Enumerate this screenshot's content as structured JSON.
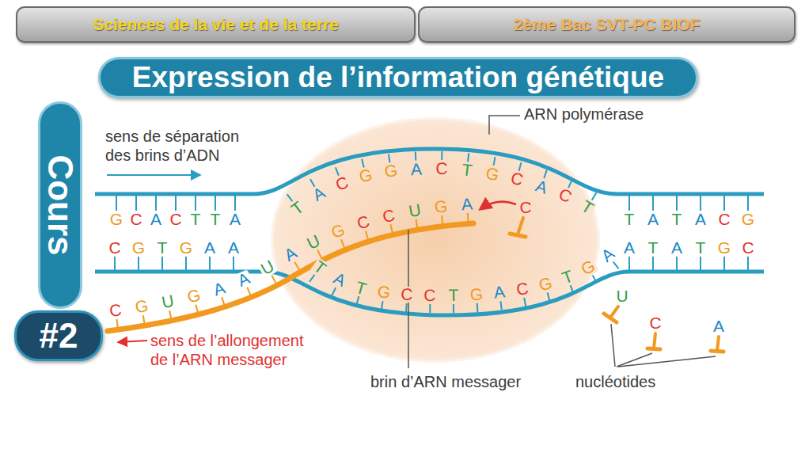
{
  "diagram": {
    "title": "Expression de l’information génétique",
    "nodes": [
      {
        "text": [
          "Sciences de  la  vie  et de  la  terre"
        ]
      },
      {
        "text": [
          "2ème Bac SVT-PC BIOF"
        ]
      },
      {
        "text": [
          "Cours"
        ]
      },
      {
        "text": [
          "#2"
        ]
      }
    ],
    "labels": [
      "sens de séparation des brins d’ADN",
      "ARN polymérase",
      "sens de l’allongement de l’ARN messager",
      "brin d’ARN messager",
      "nucléotides",
      "G",
      "C",
      "A",
      "C",
      "T",
      "T",
      "A",
      "T",
      "A",
      "C",
      "G",
      "G",
      "A",
      "C",
      "T",
      "G",
      "C",
      "A",
      "C",
      "T",
      "T",
      "A",
      "T",
      "A",
      "C",
      "G",
      "C",
      "G",
      "T",
      "G",
      "A",
      "A",
      "T",
      "A",
      "T",
      "G",
      "C",
      "C",
      "T",
      "G",
      "A",
      "C",
      "G",
      "T",
      "G",
      "A",
      "A",
      "T",
      "A",
      "T",
      "G",
      "C",
      "C",
      "G",
      "U",
      "G",
      "A",
      "A",
      "U",
      "A",
      "U",
      "G",
      "C",
      "C",
      "U",
      "G",
      "A",
      "C",
      "U",
      "C",
      "A"
    ]
  }
}
